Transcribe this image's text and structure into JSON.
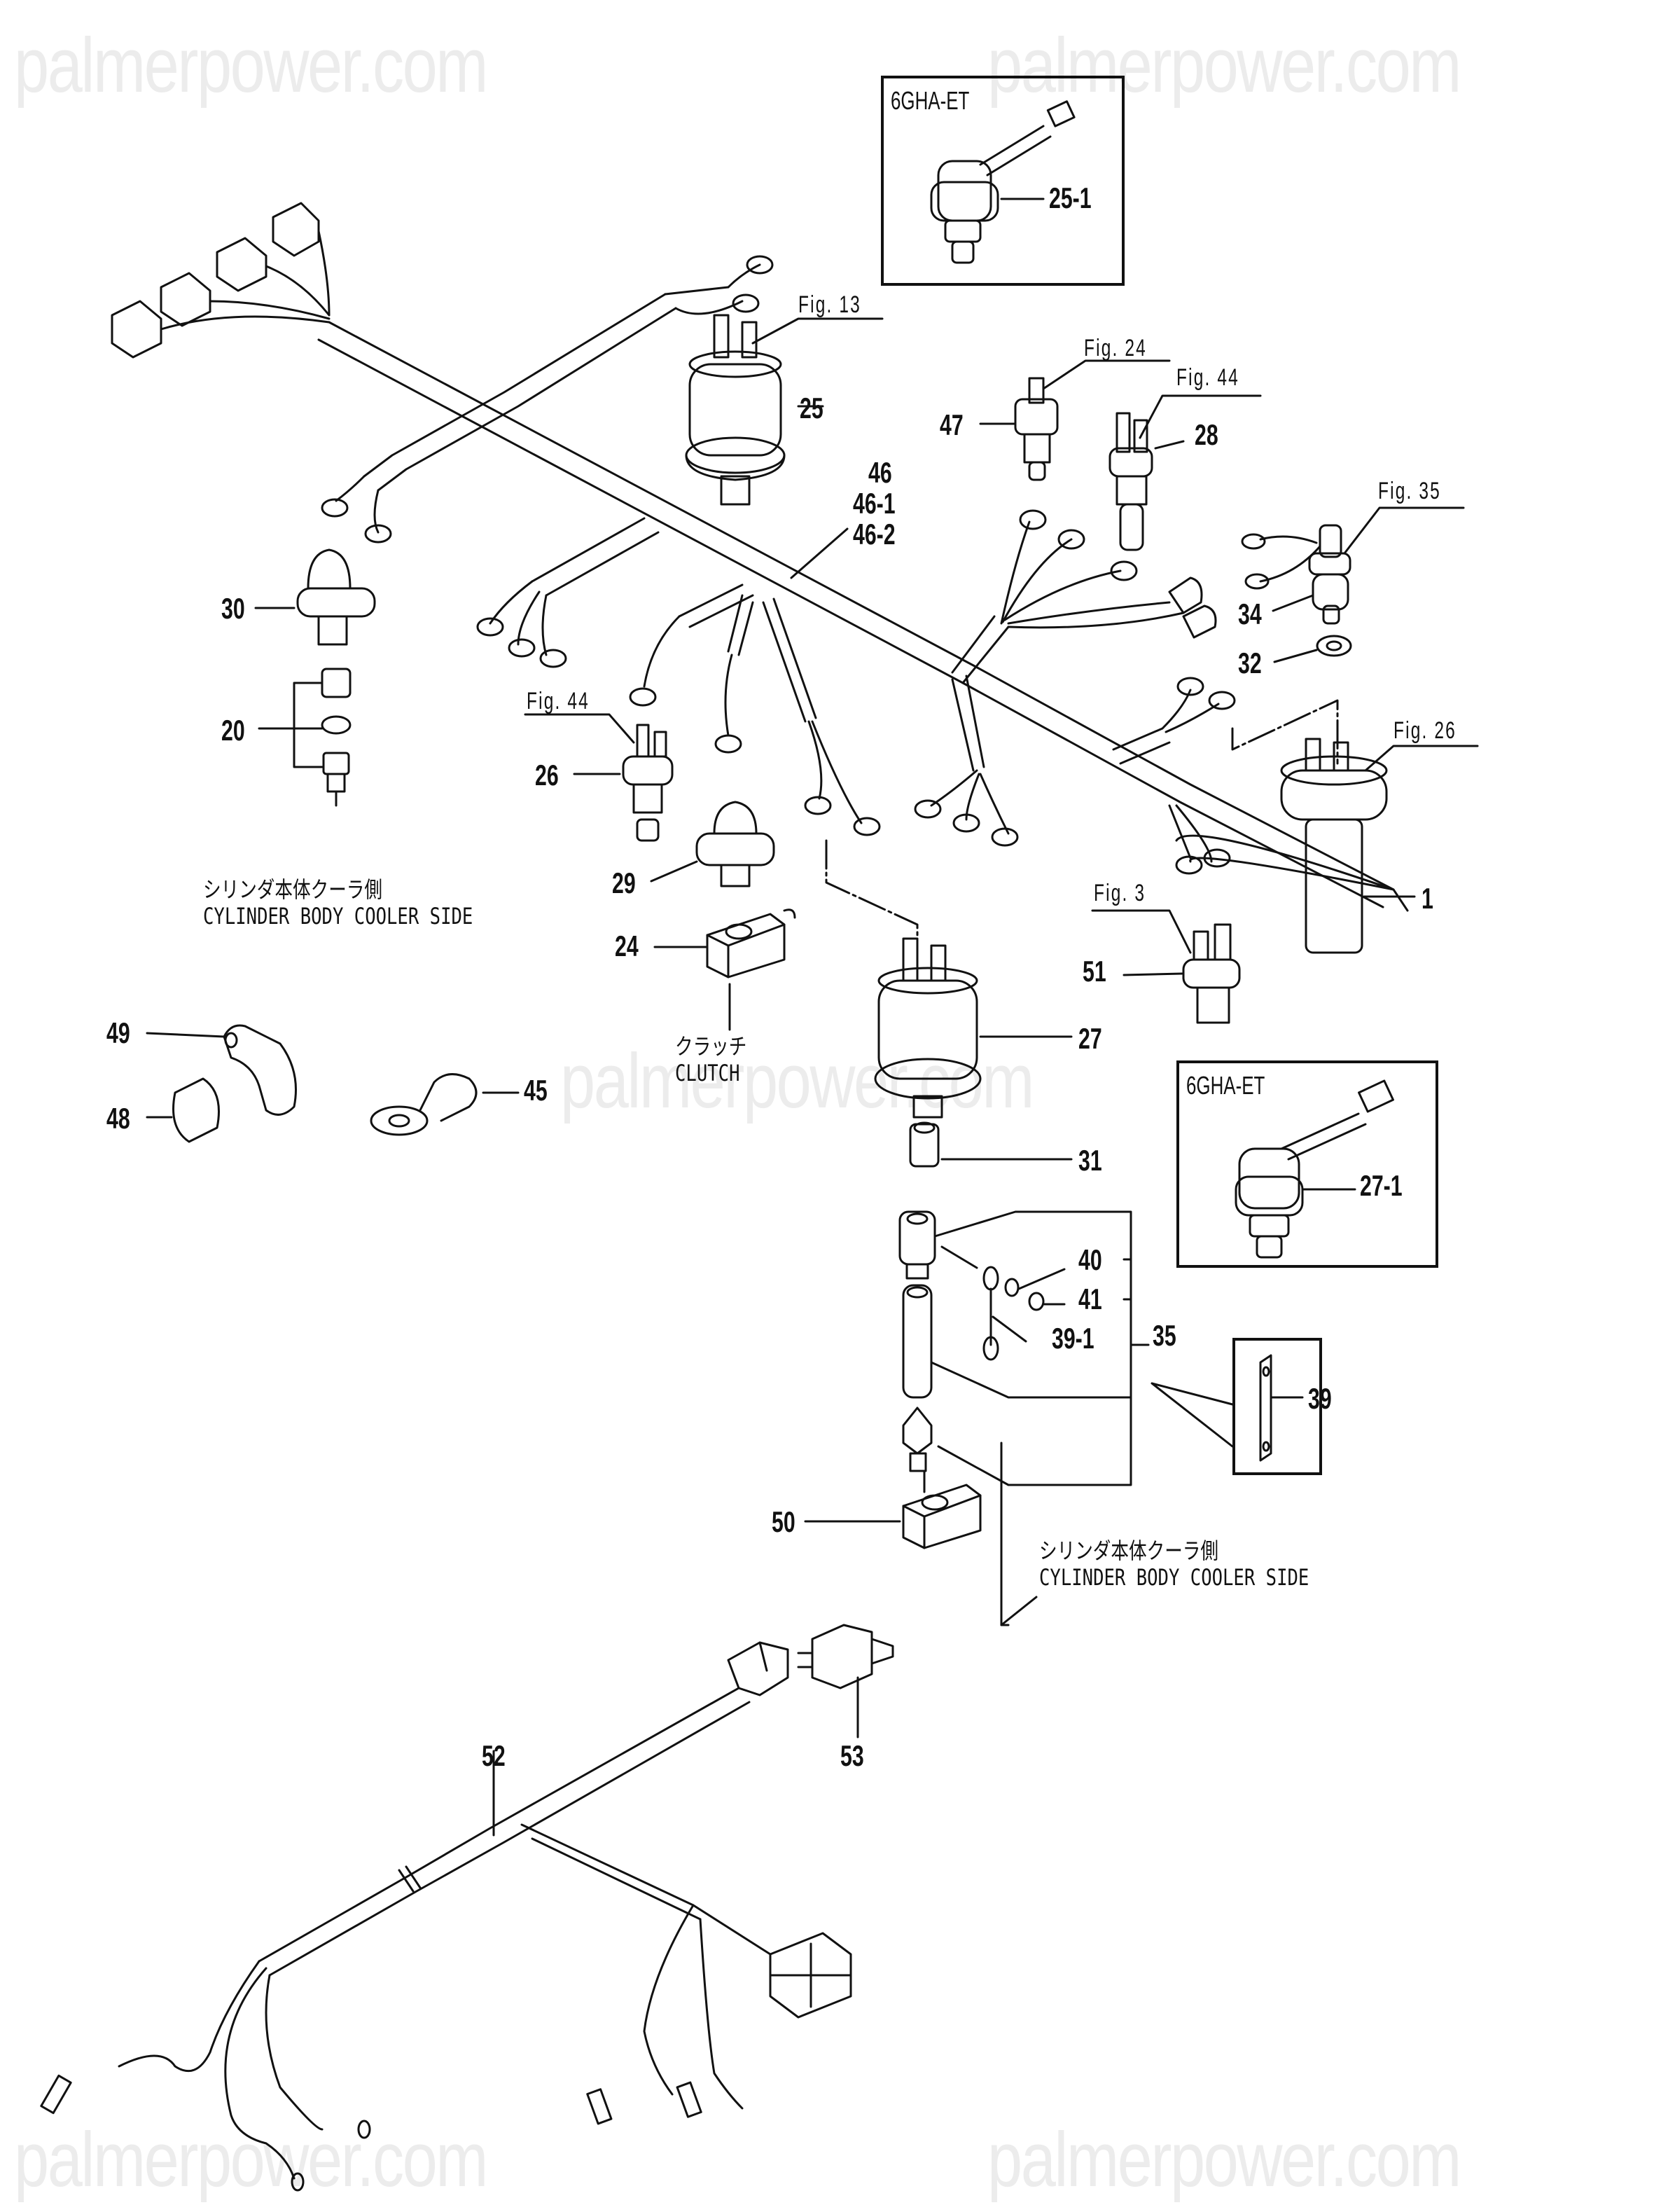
{
  "watermark": "palmerpower.com",
  "variant_boxes": [
    {
      "title": "6GHA-ET",
      "part": "25-1"
    },
    {
      "title": "6GHA-ET",
      "part": "27-1"
    }
  ],
  "figure_refs": {
    "fig13": "Fig. 13",
    "fig24": "Fig. 24",
    "fig44a": "Fig. 44",
    "fig35": "Fig. 35",
    "fig44b": "Fig. 44",
    "fig26": "Fig. 26",
    "fig3": "Fig. 3"
  },
  "part_labels": {
    "p25": "25",
    "p47": "47",
    "p28": "28",
    "p46": "46",
    "p46_1": "46-1",
    "p46_2": "46-2",
    "p30": "30",
    "p20": "20",
    "p34": "34",
    "p32": "32",
    "p26": "26",
    "p29": "29",
    "p24": "24",
    "p1": "1",
    "p51": "51",
    "p27": "27",
    "p49": "49",
    "p48": "48",
    "p45": "45",
    "p31": "31",
    "p40": "40",
    "p41": "41",
    "p39_1": "39-1",
    "p35": "35",
    "p39": "39",
    "p50": "50",
    "p53": "53",
    "p52": "52"
  },
  "notes": {
    "cooler_side_left_jp": "シリンダ本体クーラ側",
    "cooler_side_left_en": "CYLINDER BODY COOLER SIDE",
    "clutch_jp": "クラッチ",
    "clutch_en": "CLUTCH",
    "cooler_side_right_jp": "シリンダ本体クーラ側",
    "cooler_side_right_en": "CYLINDER BODY COOLER SIDE"
  }
}
